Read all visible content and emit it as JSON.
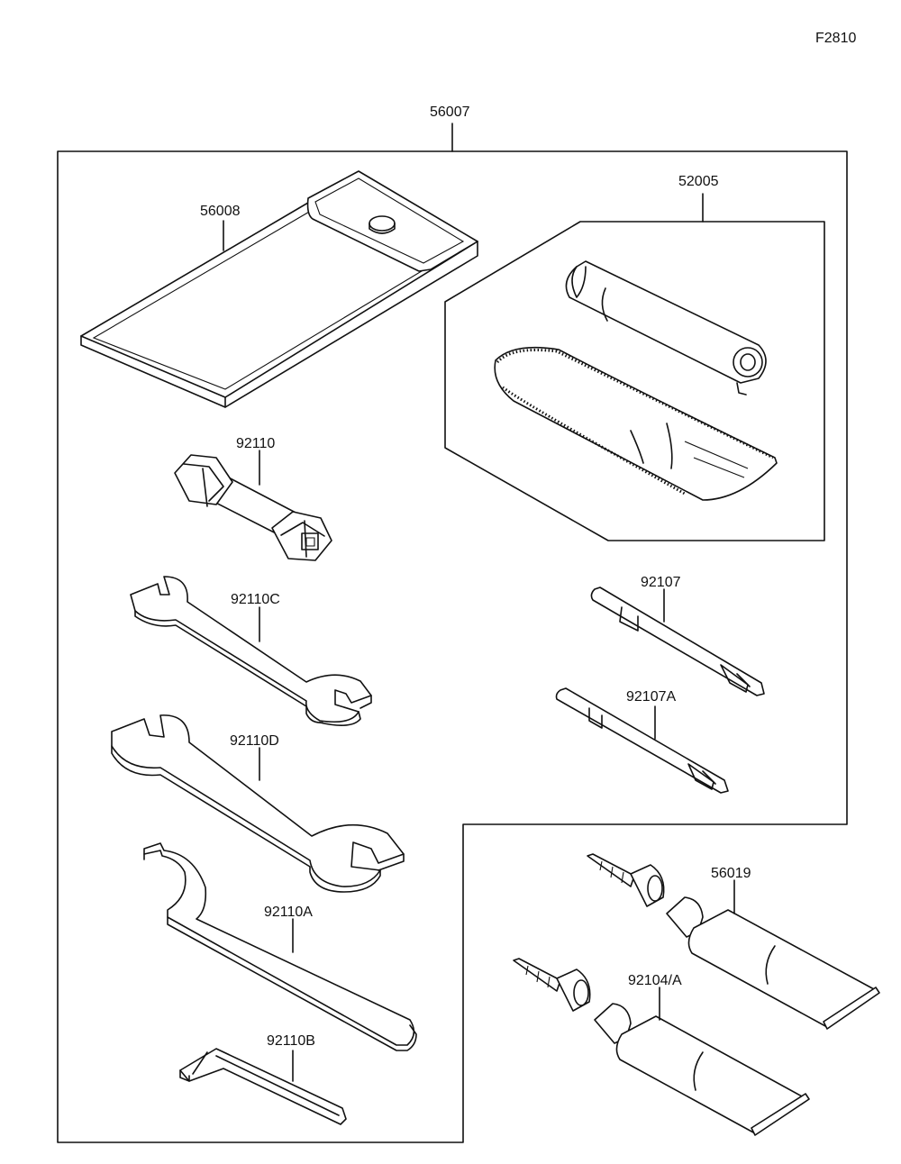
{
  "diagram_code": "F2810",
  "labels": {
    "kit": "56007",
    "pouch": "56008",
    "screwdriver_set": "52005",
    "plug_wrench": "92110",
    "wrench_c": "92110C",
    "wrench_d": "92110D",
    "hook_wrench": "92110A",
    "hex_key": "92110B",
    "screwdriver": "92107",
    "screwdriver_a": "92107A",
    "grease_tube": "56019",
    "grease_tube_a": "92104/A"
  }
}
